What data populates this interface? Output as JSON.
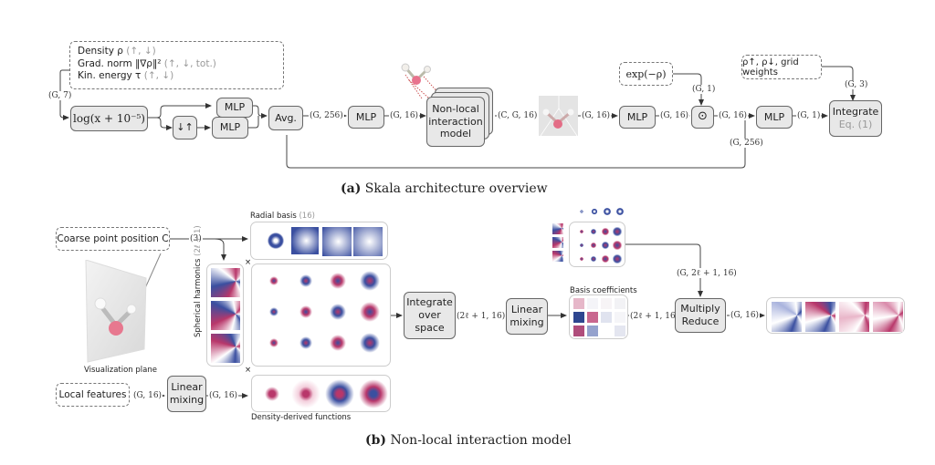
{
  "colors": {
    "blue": "#3a4fa0",
    "pink": "#b8376a",
    "box_fill": "#e8e8e8",
    "box_border": "#666666"
  },
  "panel_a": {
    "caption_tag": "(a)",
    "caption_text": "Skala architecture overview",
    "inputs": {
      "density": "Density ρ",
      "density_spin": "(↑, ↓)",
      "grad": "Grad. norm ‖∇ρ‖²",
      "grad_spin": "(↑, ↓, tot.)",
      "kin": "Kin. energy τ",
      "kin_spin": "(↑, ↓)"
    },
    "input_shape": "(G, 7)",
    "log_box": "log(x + 10⁻⁵)",
    "swap_box": "↓↑",
    "mlp1": "MLP",
    "mlp2": "MLP",
    "avg": "Avg.",
    "shape_avg_out": "(G, 256)",
    "mlp3": "MLP",
    "shape_mlp3_out": "(G, 16)",
    "nonlocal_line1": "Non-local",
    "nonlocal_line2": "interaction",
    "nonlocal_line3": "model",
    "shape_nonlocal_out": "(C, G, 16)",
    "shape_after_img": "(G, 16)",
    "mlp4": "MLP",
    "shape_mlp4_out": "(G, 16)",
    "exp_box": "exp(−ρ)",
    "shape_exp": "(G, 1)",
    "odot": "⊙",
    "shape_odot_out": "(G, 16)",
    "shape_skip": "(G, 256)",
    "mlp5": "MLP",
    "shape_mlp5_out": "(G, 1)",
    "rho_box": "ρ↑, ρ↓, grid weights",
    "shape_rho": "(G, 3)",
    "integrate_line1": "Integrate",
    "integrate_line2": "Eq. (1)"
  },
  "panel_b": {
    "caption_tag": "(b)",
    "caption_text": "Non-local interaction model",
    "coarse_box": "Coarse point position C",
    "shape_coarse": "(3)",
    "vis_plane": "Visualization plane",
    "radial_title": "Radial basis",
    "radial_count": "(16)",
    "sph_title": "Spherical harmonics",
    "sph_count": "(2ℓ + 1)",
    "times": "×",
    "density_title": "Density-derived functions",
    "local_box": "Local features",
    "shape_local": "(G, 16)",
    "linmix1_line1": "Linear",
    "linmix1_line2": "mixing",
    "shape_linmix1_out": "(G, 16)",
    "integrate_line1": "Integrate",
    "integrate_line2": "over",
    "integrate_line3": "space",
    "shape_integrate_out": "(2ℓ + 1, 16)",
    "linmix2_line1": "Linear",
    "linmix2_line2": "mixing",
    "basis_title": "Basis coefficients",
    "shape_basis_out": "(2ℓ + 1, 16)",
    "shape_top_branch": "(G, 2ℓ + 1, 16)",
    "multiply_line1": "Multiply",
    "multiply_line2": "Reduce",
    "shape_multiply_out": "(G, 16)"
  }
}
